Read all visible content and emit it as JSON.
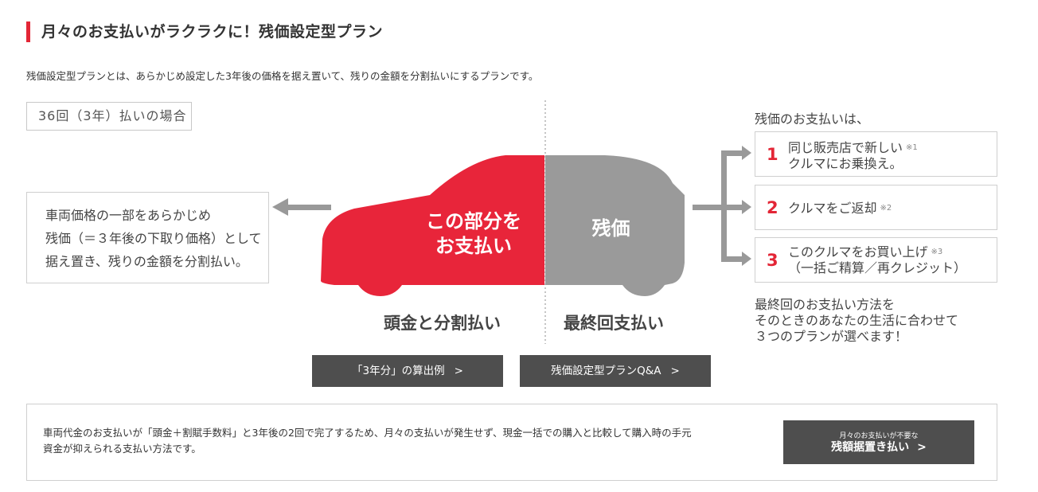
{
  "heading": {
    "title": "月々のお支払いがラクラクに！残価設定型プラン"
  },
  "intro": "残価設定型プランとは、あらかじめ設定した3年後の価格を据え置いて、残りの金額を分割払いにするプランです。",
  "case_label": "36回（3年）払いの場合",
  "left_desc": {
    "lines": [
      "車両価格の一部をあらかじめ",
      "残価（＝３年後の下取り価格）として",
      "据え置き、残りの金額を分割払い。"
    ]
  },
  "car": {
    "left_label": [
      "この部分を",
      "お支払い"
    ],
    "right_label": "残価",
    "left_color": "#e8253a",
    "right_color": "#9a9a9a"
  },
  "under_labels": {
    "left": "頭金と分割払い",
    "right": "最終回支払い"
  },
  "buttons": {
    "calc": "「3年分」の算出例",
    "qa": "残価設定型プランQ&A"
  },
  "options": {
    "title": "残価のお支払いは、",
    "items": [
      {
        "num": "1",
        "line1": "同じ販売店で新しい",
        "line2": "クルマにお乗換え。",
        "note": "※1"
      },
      {
        "num": "2",
        "line1": "クルマをご返却",
        "note": "※2"
      },
      {
        "num": "3",
        "line1": "このクルマをお買い上げ",
        "line2": "（一括ご精算／再クレジット）",
        "note": "※3"
      }
    ]
  },
  "final_text": {
    "lines": [
      "最終回のお支払い方法を",
      "そのときのあなたの生活に合わせて",
      "３つのプランが選べます！"
    ]
  },
  "bottom": {
    "lines": [
      "車両代金のお支払いが「頭金＋割賦手数料」と3年後の2回で完了するため、月々の支払いが発生せず、現金一括での購入と比較して購入時の手元",
      "資金が抑えられる支払い方法です。"
    ],
    "button_small": "月々のお支払いが不要な",
    "button_big": "残額据置き払い"
  },
  "colors": {
    "accent": "#e32636",
    "button": "#4e4e4e"
  },
  "icons": {
    "arrow_left": "arrow-left-icon",
    "bracket_arrows": "bracket-arrows-icon",
    "chevron": "chevron-right-icon"
  }
}
